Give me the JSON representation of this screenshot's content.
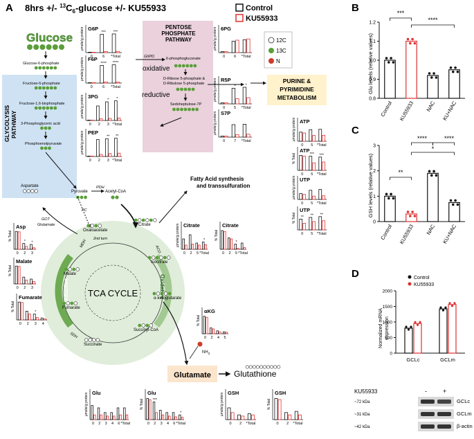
{
  "panel_a": {
    "letter": "A",
    "title_pre": "8hrs +/- ",
    "title_sup": "13",
    "title_c": "C",
    "title_sub": "6",
    "title_post": "-glucose  +/- KU55933"
  },
  "legend": {
    "control": "Control",
    "ku": "KU55933"
  },
  "atom_legend": {
    "c12": "12C",
    "c13": "13C",
    "n": "N"
  },
  "colors": {
    "control": "#111111",
    "ku": "#e03030",
    "c13": "#5a9e3a",
    "n": "#d03a2a",
    "glycolysis_bg": "#cfe2f3",
    "ppp_bg": "#ead1dc",
    "purine_bg": "#fff2cc",
    "tca_bg": "#d9ead3",
    "glutamate_bg": "#fce5cd"
  },
  "glycolysis": {
    "title_line1": "GLYCOLYSIS",
    "title_line2": "PATHWAY",
    "glucose": "Glucose",
    "g6p": "Glucose-6-phosphate",
    "f6p": "Fructose-6-phosphate",
    "fbp": "Fructose-1,6-bisphosphate",
    "pga": "3-Phosphoglyceric acid",
    "pep": "Phosphoenolpyruvate"
  },
  "ppp": {
    "title_line1": "PENTOSE",
    "title_line2": "PHOSPHATE",
    "title_line3": "PATHWAY",
    "g6pd": "G6PD",
    "oxidative": "oxidative",
    "reductive": "reductive",
    "pg6": "6-phosphogluconate",
    "r5p_line1": "D-Ribose 5-phosphate &",
    "r5p_line2": "D-Ribulose 5-phosphate",
    "s7p": "Sedoheptulose-7P"
  },
  "purine": {
    "line1": "PURINE &",
    "line2": "PYRIMIDINE",
    "line3": "METABOLISM"
  },
  "fatty": {
    "line1": "Fatty Acid synthesis",
    "line2": "and transsulfuration"
  },
  "tca": {
    "title": "TCA CYCLE",
    "pyruvate": "Pyruvate",
    "pdh": "PDH",
    "acetyl": "Acetyl-CoA",
    "pc": "PC",
    "got": "GOT",
    "aspartate": "Aspartate",
    "glutamate_small": "Glutamate",
    "oxaloacetate": "Oxaloacetate",
    "mdh": "MDH",
    "second_turn": "2nd turn",
    "citrate": "Citrate",
    "aco": "ACO",
    "isocitrate": "Isocitrate",
    "akg": "α-ketoglutarate",
    "succcoa": "Succinyl-CoA",
    "succinate": "Succinate",
    "sdh": "SDH",
    "fumarate": "Fumarate",
    "malate": "Malate",
    "reductive": "Reductive",
    "oxidative": "Oxidative",
    "nh3": "NH",
    "nh3_sub": "3"
  },
  "glutamate_box": "Glutamate",
  "glutathione": "Glutathione",
  "units": {
    "umol": "µmole/g protein",
    "pct": "% Total"
  },
  "mini_charts": [
    {
      "id": "g6p",
      "title": "G6P",
      "unit": "umol",
      "ticks": [
        "0",
        "6",
        "*Total"
      ],
      "ctrl": [
        0.02,
        0.88,
        0.9
      ],
      "ku": [
        0.02,
        0.05,
        0.06
      ],
      "sig": [
        "",
        "***",
        "***"
      ]
    },
    {
      "id": "f6p",
      "title": "F6P",
      "unit": "umol",
      "ticks": [
        "0",
        "6",
        "*Total"
      ],
      "ctrl": [
        0.02,
        0.85,
        0.88
      ],
      "ku": [
        0.02,
        0.05,
        0.05
      ],
      "sig": [
        "",
        "****",
        "****"
      ]
    },
    {
      "id": "pga",
      "title": "3PG",
      "unit": "umol",
      "ticks": [
        "0",
        "2",
        "3",
        "*Total"
      ],
      "ctrl": [
        0.02,
        0.7,
        0.9,
        0.95
      ],
      "ku": [
        0.02,
        0.08,
        0.1,
        0.12
      ],
      "sig": [
        "",
        "",
        "*",
        "*"
      ]
    },
    {
      "id": "pep",
      "title": "PEP",
      "unit": "umol",
      "ticks": [
        "0",
        "2",
        "3",
        "*Total"
      ],
      "ctrl": [
        0.02,
        0.82,
        0.86,
        0.88
      ],
      "ku": [
        0.02,
        0.1,
        0.14,
        0.16
      ],
      "sig": [
        "",
        "",
        "**",
        "**"
      ]
    },
    {
      "id": "pg6",
      "title": "6PG",
      "unit": "umol",
      "ticks": [
        "0",
        "6",
        "*Total"
      ],
      "ctrl": [
        0.05,
        0.55,
        0.62
      ],
      "ku": [
        0.05,
        0.6,
        0.66
      ],
      "sig": [
        "",
        "",
        ""
      ]
    },
    {
      "id": "r5p",
      "title": "R5P",
      "unit": "umol",
      "ticks": [
        "0",
        "5",
        "*Total"
      ],
      "ctrl": [
        0.05,
        0.75,
        0.8
      ],
      "ku": [
        0.05,
        0.25,
        0.3
      ],
      "sig": [
        "",
        "*",
        "*"
      ]
    },
    {
      "id": "s7p",
      "title": "S7P",
      "unit": "umol",
      "ticks": [
        "0",
        "7",
        "*Total"
      ],
      "ctrl": [
        0.05,
        0.6,
        0.62
      ],
      "ku": [
        0.05,
        0.12,
        0.14
      ],
      "sig": [
        "",
        "",
        ""
      ]
    },
    {
      "id": "atp1",
      "title": "ATP",
      "unit": "umol",
      "ticks": [
        "0",
        "5",
        "*Total"
      ],
      "ctrl": [
        0.55,
        0.7,
        0.72
      ],
      "ku": [
        0.5,
        0.35,
        0.36
      ],
      "sig": [
        "",
        "",
        ""
      ]
    },
    {
      "id": "atp2",
      "title": "ATP",
      "unit": "pct",
      "ticks": [
        "0",
        "5",
        "*Total"
      ],
      "ctrl": [
        0.9,
        0.85,
        0.8
      ],
      "ku": [
        0.85,
        0.45,
        0.5
      ],
      "sig": [
        "",
        "***",
        "***"
      ]
    },
    {
      "id": "utp1",
      "title": "UTP",
      "unit": "umol",
      "ticks": [
        "0",
        "5",
        "*Total"
      ],
      "ctrl": [
        0.35,
        0.55,
        0.6
      ],
      "ku": [
        0.3,
        0.2,
        0.22
      ],
      "sig": [
        "",
        "",
        ""
      ]
    },
    {
      "id": "utp2",
      "title": "UTP",
      "unit": "pct",
      "ticks": [
        "0",
        "5",
        "*Total"
      ],
      "ctrl": [
        0.65,
        0.75,
        0.8
      ],
      "ku": [
        0.4,
        0.5,
        0.55
      ],
      "sig": [
        "**",
        "**",
        "**"
      ]
    },
    {
      "id": "cit1",
      "title": "Citrate",
      "unit": "umol",
      "ticks": [
        "0",
        "2",
        "5",
        "*Total"
      ],
      "ctrl": [
        0.5,
        0.7,
        0.3,
        0.35
      ],
      "ku": [
        0.2,
        0.25,
        0.2,
        0.22
      ],
      "sig": [
        "",
        "",
        "",
        "*"
      ]
    },
    {
      "id": "cit2",
      "title": "Citrate",
      "unit": "pct",
      "ticks": [
        "0",
        "2",
        "5",
        "*Total"
      ],
      "ctrl": [
        0.9,
        0.55,
        0.25,
        0.3
      ],
      "ku": [
        0.85,
        0.5,
        0.05,
        0.08
      ],
      "sig": [
        "",
        "",
        "*",
        ""
      ]
    },
    {
      "id": "akg",
      "title": "αKG",
      "unit": "pct",
      "ticks": [
        "0",
        "2",
        "4",
        "5"
      ],
      "ctrl": [
        0.9,
        0.3,
        0.15,
        0.1
      ],
      "ku": [
        0.85,
        0.25,
        0.1,
        0.08
      ],
      "sig": [
        "",
        "",
        "",
        ""
      ]
    },
    {
      "id": "asp",
      "title": "Asp",
      "unit": "pct",
      "ticks": [
        "0",
        "2",
        "3"
      ],
      "ctrl": [
        0.92,
        0.3,
        0.25
      ],
      "ku": [
        0.9,
        0.15,
        0.08
      ],
      "sig": [
        "",
        "*",
        "*"
      ]
    },
    {
      "id": "malate",
      "title": "Malate",
      "unit": "pct",
      "ticks": [
        "0",
        "2",
        "3"
      ],
      "ctrl": [
        0.92,
        0.35,
        0.25
      ],
      "ku": [
        0.9,
        0.2,
        0.12
      ],
      "sig": [
        "",
        "",
        ""
      ]
    },
    {
      "id": "fumarate",
      "title": "Fumarate",
      "unit": "pct",
      "ticks": [
        "0",
        "2",
        "3",
        "4"
      ],
      "ctrl": [
        0.92,
        0.45,
        0.3,
        0.1
      ],
      "ku": [
        0.9,
        0.3,
        0.12,
        0.05
      ],
      "sig": [
        "",
        "",
        "*",
        ""
      ]
    },
    {
      "id": "glu1",
      "title": "Glu",
      "unit": "umol",
      "ticks": [
        "0",
        "2",
        "3",
        "4",
        "6",
        "*Total"
      ],
      "ctrl": [
        0.6,
        0.5,
        0.3,
        0.3,
        0.5,
        0.5
      ],
      "ku": [
        0.2,
        0.2,
        0.15,
        0.15,
        0.2,
        0.2
      ],
      "sig": [
        "",
        "",
        "",
        "",
        "",
        ""
      ]
    },
    {
      "id": "glu2",
      "title": "Glu",
      "unit": "pct",
      "ticks": [
        "0",
        "2",
        "3",
        "4",
        "6",
        "*Total"
      ],
      "ctrl": [
        0.9,
        0.75,
        0.4,
        0.3,
        0.3,
        0.2
      ],
      "ku": [
        0.85,
        0.3,
        0.2,
        0.15,
        0.12,
        0.1
      ],
      "sig": [
        "",
        "***",
        "",
        "",
        "",
        "*"
      ]
    },
    {
      "id": "gsh1",
      "title": "GSH",
      "unit": "umol",
      "ticks": [
        "0",
        "2",
        "*Total"
      ],
      "ctrl": [
        0.5,
        0.2,
        0.25
      ],
      "ku": [
        0.3,
        0.15,
        0.2
      ],
      "sig": [
        "",
        "",
        ""
      ]
    },
    {
      "id": "gsh2",
      "title": "GSH",
      "unit": "pct",
      "ticks": [
        "0",
        "2",
        "*Total"
      ],
      "ctrl": [
        0.9,
        0.3,
        0.35
      ],
      "ku": [
        0.85,
        0.2,
        0.2
      ],
      "sig": [
        "",
        "",
        ""
      ]
    }
  ],
  "panel_b": {
    "letter": "B",
    "ylabel": "Glu levels (relative values)",
    "yticks": [
      "0.8",
      "0.9",
      "1.0",
      "1.1",
      "1.2"
    ],
    "categories": [
      "Control",
      "KU55933",
      "NAC",
      "KU+NAC"
    ],
    "values": [
      1.0,
      1.1,
      0.92,
      0.95
    ],
    "sig1": "***",
    "sig2": "****"
  },
  "panel_c": {
    "letter": "C",
    "ylabel": "GSH levels (relative values)",
    "yticks": [
      "0",
      "1",
      "2",
      "3"
    ],
    "categories": [
      "Control",
      "KU55933",
      "NAC",
      "KU+NAC"
    ],
    "values": [
      1.0,
      0.3,
      1.9,
      0.75
    ],
    "sig_cb": "**",
    "sig_kn": "****",
    "sig_kk": "*",
    "sig_nk": "****"
  },
  "panel_d": {
    "letter": "D",
    "ylabel_line1": "Normalized mRNA",
    "ylabel_line2": "expression",
    "yticks": [
      "0",
      "500",
      "1000",
      "1500",
      "2000"
    ],
    "legend_control": "Control",
    "legend_ku": "KU55933",
    "categories": [
      "GCLc",
      "GCLm"
    ],
    "ctrl": [
      800,
      1420
    ],
    "ku": [
      950,
      1560
    ],
    "blot_treatment": "KU55933",
    "blot_minus": "-",
    "blot_plus": "+",
    "blot_rows": [
      {
        "kda": "~72 kDa",
        "label": "GCLc"
      },
      {
        "kda": "~31 kDa",
        "label": "GCLm"
      },
      {
        "kda": "~42 kDa",
        "label": "β-actin"
      }
    ]
  },
  "chart_data": [
    {
      "type": "bar",
      "title": "",
      "categories": [
        "Control",
        "KU55933",
        "NAC",
        "KU+NAC"
      ],
      "values": [
        1.0,
        1.1,
        0.92,
        0.95
      ],
      "xlabel": "",
      "ylabel": "Glu levels (relative values)",
      "ylim": [
        0.8,
        1.2
      ]
    },
    {
      "type": "bar",
      "title": "",
      "categories": [
        "Control",
        "KU55933",
        "NAC",
        "KU+NAC"
      ],
      "values": [
        1.0,
        0.3,
        1.9,
        0.75
      ],
      "xlabel": "",
      "ylabel": "GSH levels (relative values)",
      "ylim": [
        0,
        3
      ]
    },
    {
      "type": "bar",
      "title": "",
      "categories": [
        "GCLc",
        "GCLm"
      ],
      "series": [
        {
          "name": "Control",
          "values": [
            800,
            1420
          ]
        },
        {
          "name": "KU55933",
          "values": [
            950,
            1560
          ]
        }
      ],
      "xlabel": "",
      "ylabel": "Normalized mRNA expression",
      "ylim": [
        0,
        2000
      ]
    }
  ]
}
